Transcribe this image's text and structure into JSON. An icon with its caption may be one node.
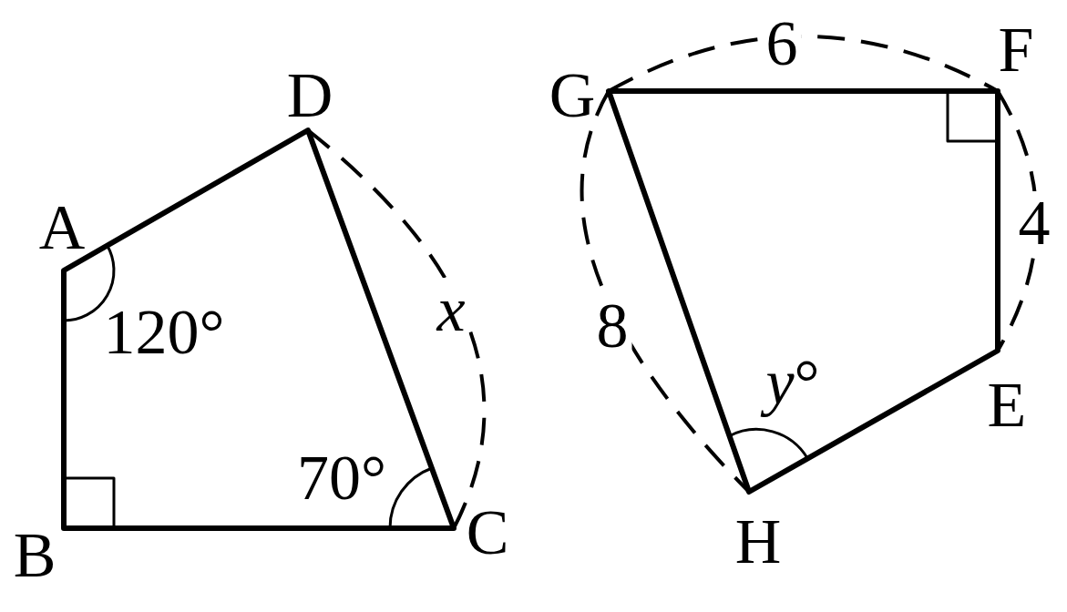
{
  "diagram": {
    "labels": [
      "A",
      "B",
      "C",
      "D",
      "120°",
      "70°",
      "x",
      "G",
      "F",
      "6",
      "4",
      "8",
      "*y*°",
      "E",
      "H"
    ]
  }
}
